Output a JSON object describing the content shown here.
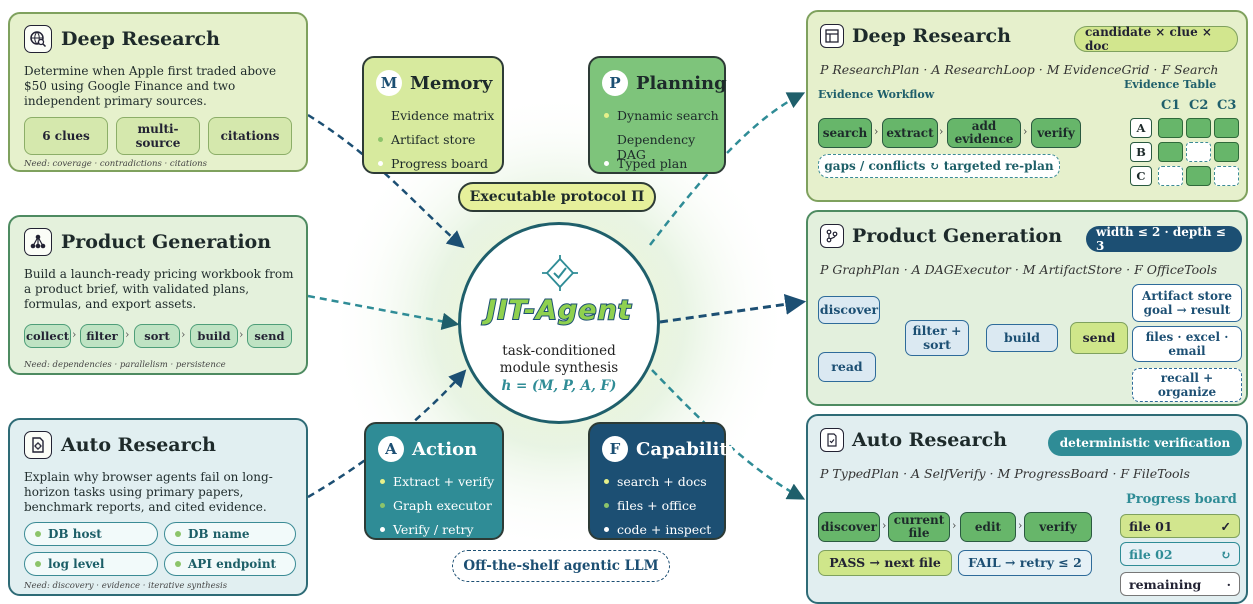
{
  "left_cards": [
    {
      "title": "Deep Research",
      "icon": "globe-search-icon",
      "description": "Determine when Apple first traded above $50 using Google Finance and two independent primary sources.",
      "chips": [
        "6 clues",
        "multi-source",
        "citations"
      ],
      "need": "Need: coverage · contradictions · citations"
    },
    {
      "title": "Product Generation",
      "icon": "network-icon",
      "description": "Build a launch-ready pricing workbook from a product brief, with validated plans, formulas, and export assets.",
      "pipeline": [
        "collect",
        "filter",
        "sort",
        "build",
        "send"
      ],
      "need": "Need: dependencies · parallelism · persistence"
    },
    {
      "title": "Auto Research",
      "icon": "gear-doc-icon",
      "description": "Explain why browser agents fail on long-horizon tasks using primary papers, benchmark reports, and cited evidence.",
      "slots": [
        "DB host",
        "DB name",
        "log level",
        "API endpoint"
      ],
      "need": "Need: discovery · evidence · iterative synthesis"
    }
  ],
  "modules": {
    "memory": {
      "badge": "M",
      "title": "Memory",
      "items": [
        "Evidence matrix",
        "Artifact store",
        "Progress board"
      ]
    },
    "planning": {
      "badge": "P",
      "title": "Planning",
      "items": [
        "Dynamic search",
        "Dependency DAG",
        "Typed plan"
      ]
    },
    "action": {
      "badge": "A",
      "title": "Action",
      "items": [
        "Extract + verify",
        "Graph executor",
        "Verify / retry"
      ]
    },
    "capability": {
      "badge": "F",
      "title": "Capability",
      "items": [
        "search + docs",
        "files + office",
        "code + inspect"
      ]
    }
  },
  "protocol_label": "Executable protocol Π",
  "llm_label": "Off-the-shelf agentic LLM",
  "hub": {
    "logo": "JIT-Agent",
    "line1": "task-conditioned",
    "line2": "module synthesis",
    "formula": "h = (M, P, A, F)"
  },
  "right_panels": {
    "deep_research": {
      "title": "Deep Research",
      "tag": "candidate × clue × doc",
      "subtitle": "P ResearchPlan · A ResearchLoop · M EvidenceGrid · F Search",
      "workflow_label": "Evidence Workflow",
      "steps": [
        "search",
        "extract",
        "add evidence",
        "verify"
      ],
      "replan": "gaps / conflicts ↻ targeted re-plan",
      "table_label": "Evidence Table",
      "columns": [
        "C1",
        "C2",
        "C3"
      ],
      "rows": [
        "A",
        "B",
        "C"
      ],
      "grid": [
        [
          1,
          1,
          1
        ],
        [
          1,
          0,
          1
        ],
        [
          0,
          1,
          0
        ]
      ]
    },
    "product_generation": {
      "title": "Product Generation",
      "tag": "width ≤ 2 · depth ≤ 3",
      "subtitle": "P GraphPlan · A DAGExecutor · M ArtifactStore · F OfficeTools",
      "nodes": {
        "discover": "discover",
        "read": "read",
        "filter_sort": "filter + sort",
        "build": "build",
        "send": "send"
      },
      "store": [
        "Artifact store goal → result",
        "files · excel · email",
        "recall + organize"
      ]
    },
    "auto_research": {
      "title": "Auto Research",
      "tag": "deterministic verification",
      "subtitle": "P TypedPlan · A SelfVerify · M ProgressBoard · F FileTools",
      "steps": [
        "discover",
        "current file",
        "edit",
        "verify"
      ],
      "pass": "PASS → next file",
      "fail": "FAIL → retry ≤ 2",
      "board_label": "Progress board",
      "board": [
        {
          "label": "file 01",
          "mark": "✓"
        },
        {
          "label": "file 02",
          "mark": "↻"
        },
        {
          "label": "remaining",
          "mark": "·"
        }
      ]
    }
  },
  "colors": {
    "deep": "#e6f1cc",
    "product": "#e4f1dc",
    "auto": "#e1eff1",
    "teal": "#1f5f6b",
    "dark_navy": "#1c4f73"
  }
}
